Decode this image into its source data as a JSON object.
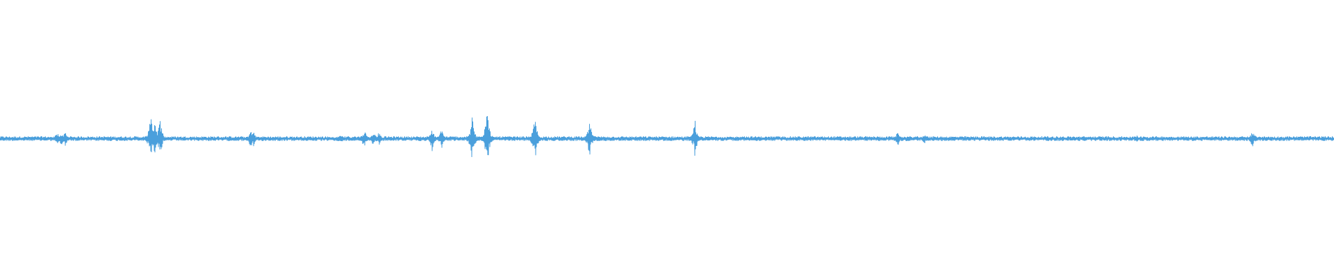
{
  "waveform": {
    "color": "#4a9fdc",
    "baseline_amplitude": 0.006,
    "bursts": [
      {
        "t": 0.043,
        "amp": 0.03
      },
      {
        "t": 0.046,
        "amp": 0.03
      },
      {
        "t": 0.049,
        "amp": 0.03
      },
      {
        "t": 0.113,
        "amp": 0.09
      },
      {
        "t": 0.116,
        "amp": 0.07
      },
      {
        "t": 0.12,
        "amp": 0.08
      },
      {
        "t": 0.188,
        "amp": 0.04
      },
      {
        "t": 0.19,
        "amp": 0.03
      },
      {
        "t": 0.256,
        "amp": 0.02
      },
      {
        "t": 0.273,
        "amp": 0.04
      },
      {
        "t": 0.28,
        "amp": 0.03
      },
      {
        "t": 0.284,
        "amp": 0.03
      },
      {
        "t": 0.324,
        "amp": 0.05
      },
      {
        "t": 0.331,
        "amp": 0.04
      },
      {
        "t": 0.354,
        "amp": 0.09
      },
      {
        "t": 0.365,
        "amp": 0.14
      },
      {
        "t": 0.401,
        "amp": 0.09
      },
      {
        "t": 0.442,
        "amp": 0.07
      },
      {
        "t": 0.521,
        "amp": 0.07
      },
      {
        "t": 0.553,
        "amp": 0.01
      },
      {
        "t": 0.673,
        "amp": 0.03
      },
      {
        "t": 0.693,
        "amp": 0.02
      },
      {
        "t": 0.852,
        "amp": 0.015
      },
      {
        "t": 0.939,
        "amp": 0.04
      }
    ]
  }
}
